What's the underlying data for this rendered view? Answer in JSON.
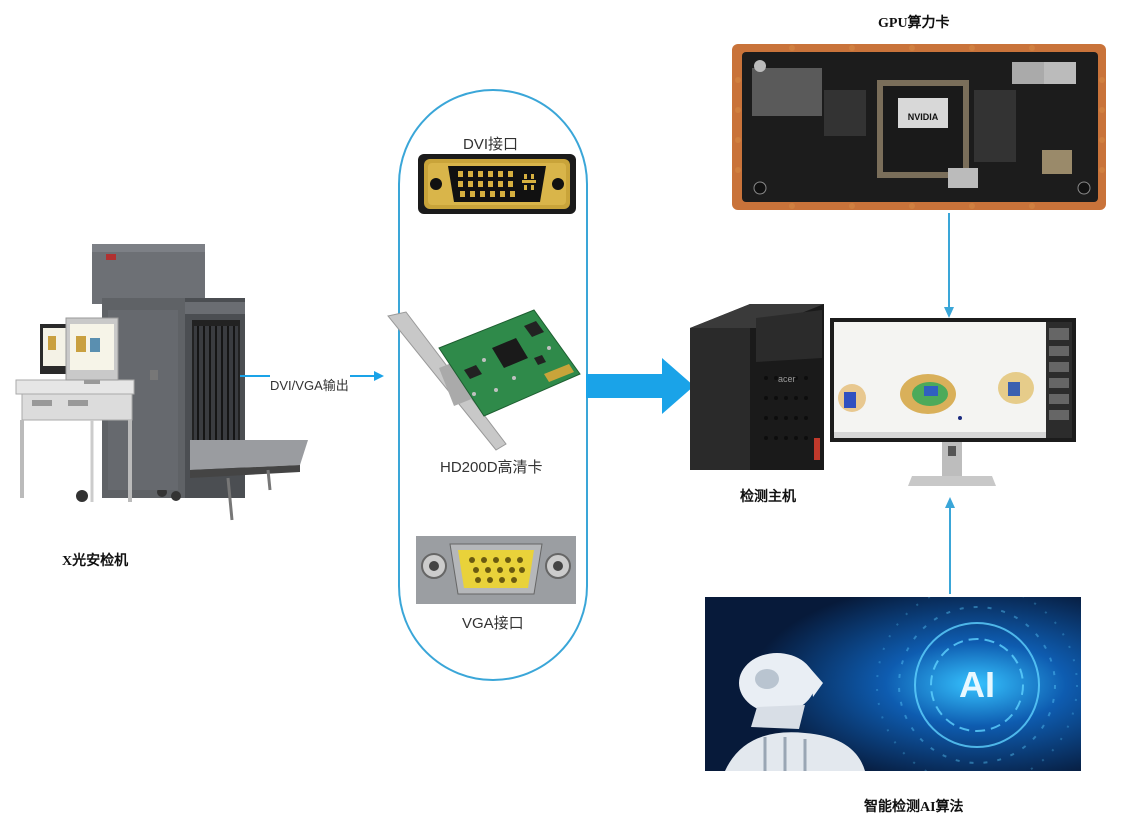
{
  "labels": {
    "xray_machine": "X光安检机",
    "output": "DVI/VGA输出",
    "dvi_port": "DVI接口",
    "capture_card": "HD200D高清卡",
    "vga_port": "VGA接口",
    "gpu_card": "GPU算力卡",
    "host": "检测主机",
    "ai_algo": "智能检测AI算法",
    "acer_logo": "acer",
    "nvidia_logo": "NVIDIA",
    "ai_badge": "AI"
  },
  "colors": {
    "arrow_blue": "#1aa3e8",
    "line_blue": "#3aa6d8",
    "pcb_green": "#2f8a4a",
    "dvi_gold": "#c9a43a"
  }
}
